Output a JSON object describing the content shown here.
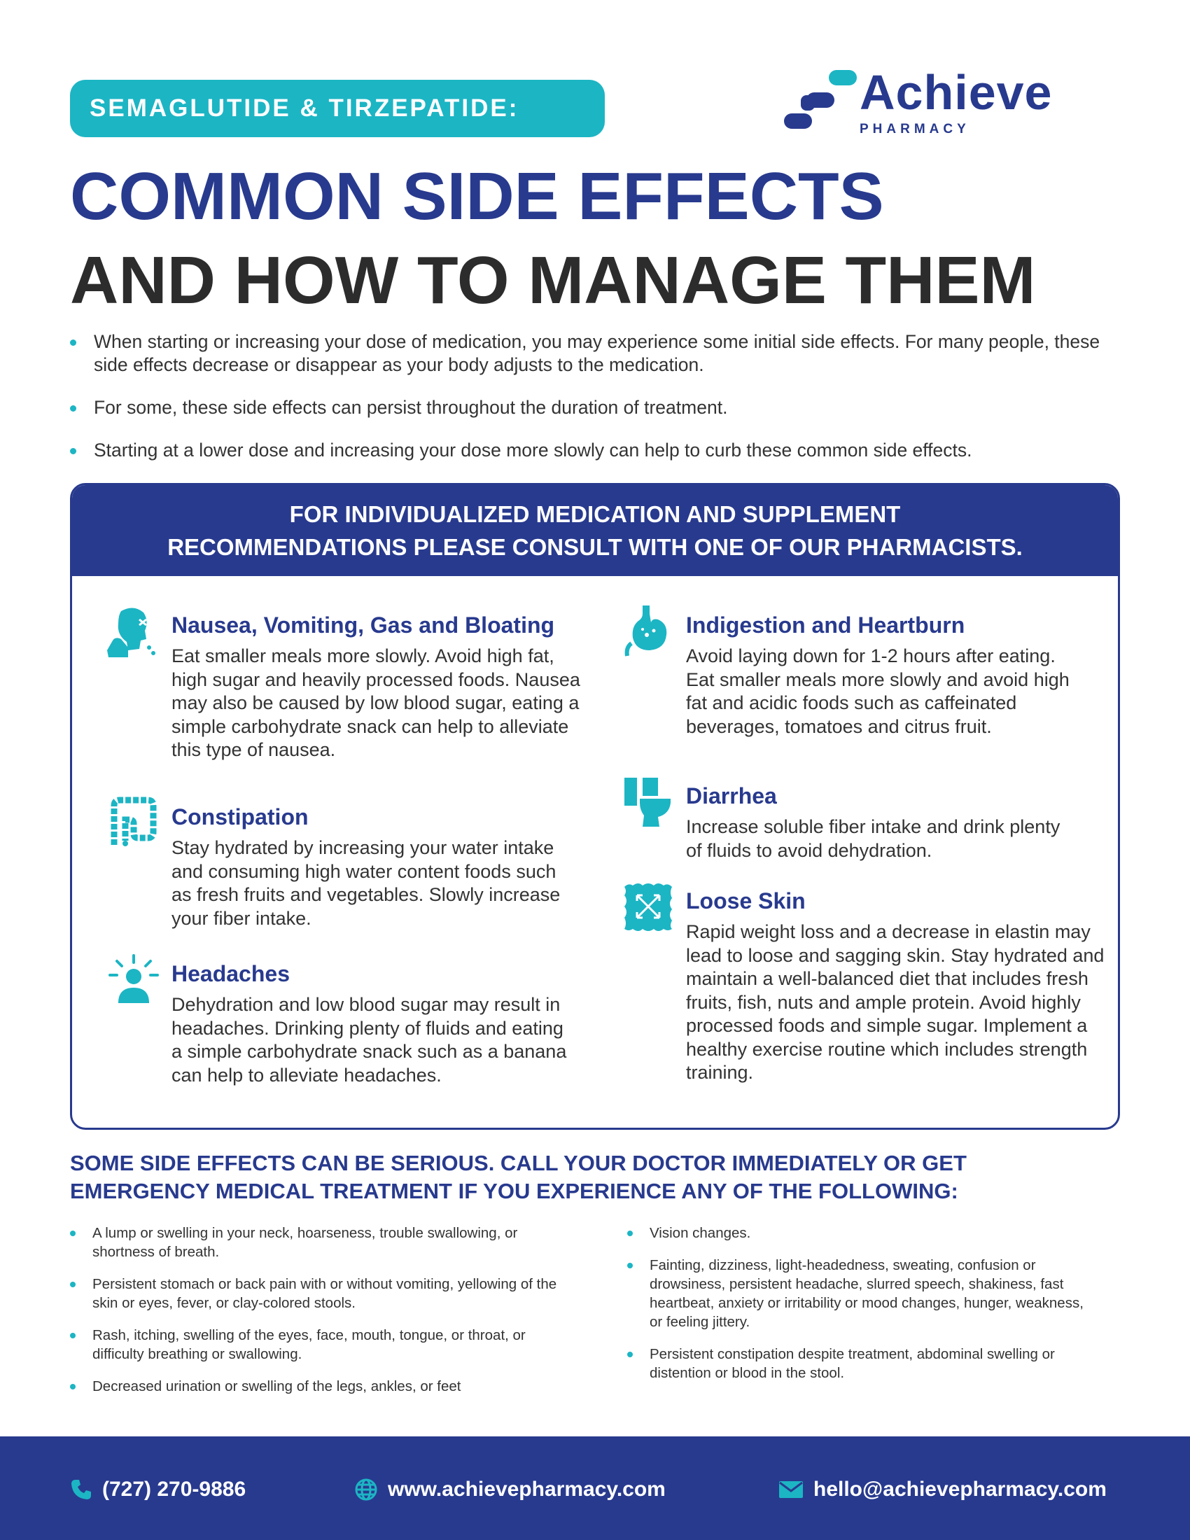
{
  "header": {
    "pill_text": "SEMAGLUTIDE & TIRZEPATIDE:",
    "brand_name": "Achieve",
    "brand_sub": "PHARMACY",
    "title_line1": "COMMON SIDE EFFECTS",
    "title_line2": "AND HOW TO MANAGE THEM"
  },
  "intro_points": [
    "When starting or increasing your dose of medication, you may experience some initial side effects. For many people, these side effects decrease or disappear as your body adjusts to the medication.",
    "For some, these side effects can persist throughout the duration of treatment.",
    "Starting at a lower dose and increasing your dose more slowly can help to curb these common side effects."
  ],
  "panel": {
    "heading_line1": "FOR INDIVIDUALIZED MEDICATION AND SUPPLEMENT",
    "heading_line2": "RECOMMENDATIONS PLEASE CONSULT WITH ONE OF OUR PHARMACISTS."
  },
  "effects": {
    "nausea": {
      "title": "Nausea, Vomiting, Gas and Bloating",
      "text": "Eat smaller meals more slowly. Avoid high fat, high sugar and heavily processed foods. Nausea may also be caused by low blood sugar, eating a simple carbohydrate snack can help to alleviate this type of nausea.",
      "icon": "nausea-face-icon"
    },
    "constipation": {
      "title": "Constipation",
      "text": "Stay hydrated by increasing your water intake and consuming high water content foods such as fresh fruits and vegetables. Slowly increase your fiber intake.",
      "icon": "intestine-icon"
    },
    "headaches": {
      "title": "Headaches",
      "text": "Dehydration and low blood sugar may result in headaches. Drinking plenty of fluids and eating a simple carbohydrate snack such as a banana can help to alleviate headaches.",
      "icon": "headache-person-icon"
    },
    "indigestion": {
      "title": "Indigestion and Heartburn",
      "text": "Avoid laying down for 1-2 hours after eating. Eat smaller meals more slowly and avoid high fat and acidic foods such as caffeinated beverages, tomatoes and citrus fruit.",
      "icon": "stomach-icon"
    },
    "diarrhea": {
      "title": "Diarrhea",
      "text": "Increase soluble fiber intake and drink plenty of fluids to avoid dehydration.",
      "icon": "toilet-icon"
    },
    "loose_skin": {
      "title": "Loose Skin",
      "text": "Rapid weight loss and a decrease in elastin may lead to loose and sagging skin. Stay hydrated and maintain a well-balanced diet that includes fresh fruits, fish, nuts and ample protein. Avoid highly processed foods and simple sugar. Implement a healthy exercise routine which includes strength training.",
      "icon": "skin-stretch-icon"
    }
  },
  "serious": {
    "line1": "SOME SIDE EFFECTS CAN BE SERIOUS. CALL YOUR DOCTOR IMMEDIATELY OR GET",
    "line2": "EMERGENCY MEDICAL TREATMENT IF YOU EXPERIENCE ANY OF THE FOLLOWING:",
    "left": [
      "A lump or swelling in your neck, hoarseness, trouble swallowing, or shortness of breath.",
      "Persistent stomach or back pain with or without vomiting, yellowing of the skin or eyes, fever, or clay-colored stools.",
      "Rash, itching, swelling of the eyes, face, mouth, tongue, or throat, or difficulty breathing or swallowing.",
      "Decreased urination or swelling of the legs, ankles, or feet"
    ],
    "right": [
      "Vision changes.",
      "Fainting, dizziness, light-headedness, sweating, confusion or drowsiness, persistent headache, slurred speech, shakiness, fast heartbeat, anxiety or irritability or mood changes, hunger, weakness, or feeling jittery.",
      "Persistent constipation despite treatment, abdominal swelling or distention or blood in the stool."
    ]
  },
  "footer": {
    "phone": "(727) 270-9886",
    "website": "www.achievepharmacy.com",
    "email": "hello@achievepharmacy.com"
  },
  "colors": {
    "navy": "#283a8e",
    "teal": "#1cb5c4",
    "text": "#333333"
  }
}
